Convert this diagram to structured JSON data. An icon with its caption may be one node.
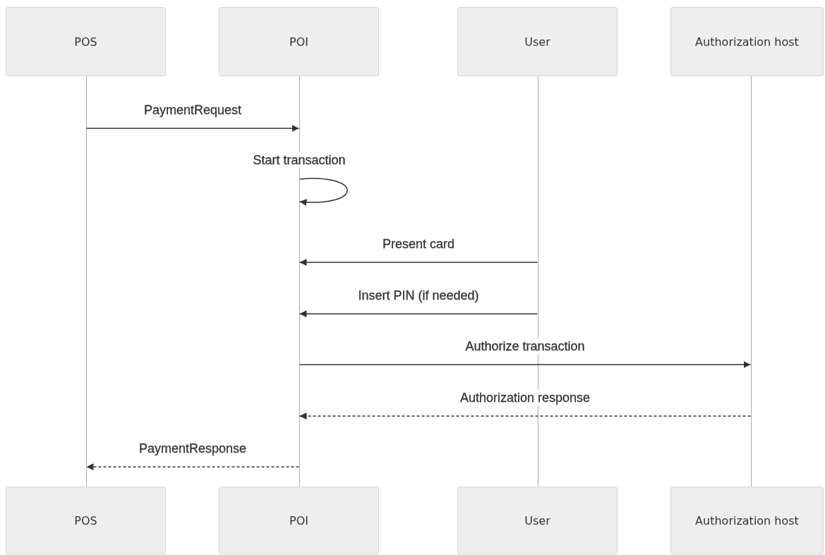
{
  "diagram": {
    "nodes": [
      {
        "text": [
          "POS"
        ]
      },
      {
        "text": [
          "POI"
        ]
      },
      {
        "text": [
          "User"
        ]
      },
      {
        "text": [
          "Authorization host"
        ]
      },
      {
        "text": [],
        "shape": "bar"
      },
      {
        "text": [],
        "shape": "bar"
      },
      {
        "text": [],
        "shape": "bar"
      },
      {
        "text": [],
        "shape": "bar"
      },
      {
        "text": [
          "POS"
        ]
      },
      {
        "text": [
          "POI"
        ]
      },
      {
        "text": [
          "User"
        ]
      },
      {
        "text": [
          "Authorization host"
        ]
      }
    ],
    "edges": [
      {
        "from": 4,
        "to": 5,
        "arrow": "to",
        "label": "PaymentRequest"
      },
      {
        "from": 5,
        "to": 5,
        "arrow": "to",
        "label": "Start transaction"
      },
      {
        "from": 6,
        "to": 5,
        "arrow": "to",
        "label": "Present card"
      },
      {
        "from": 6,
        "to": 5,
        "arrow": "to",
        "label": "Insert PIN (if needed)"
      },
      {
        "from": 5,
        "to": 7,
        "arrow": "to",
        "label": "Authorize transaction"
      },
      {
        "from": 7,
        "to": 5,
        "arrow": "to",
        "label": "Authorization response",
        "style": "dashed"
      },
      {
        "from": 5,
        "to": 4,
        "arrow": "to",
        "label": "PaymentResponse",
        "style": "dashed"
      }
    ]
  }
}
